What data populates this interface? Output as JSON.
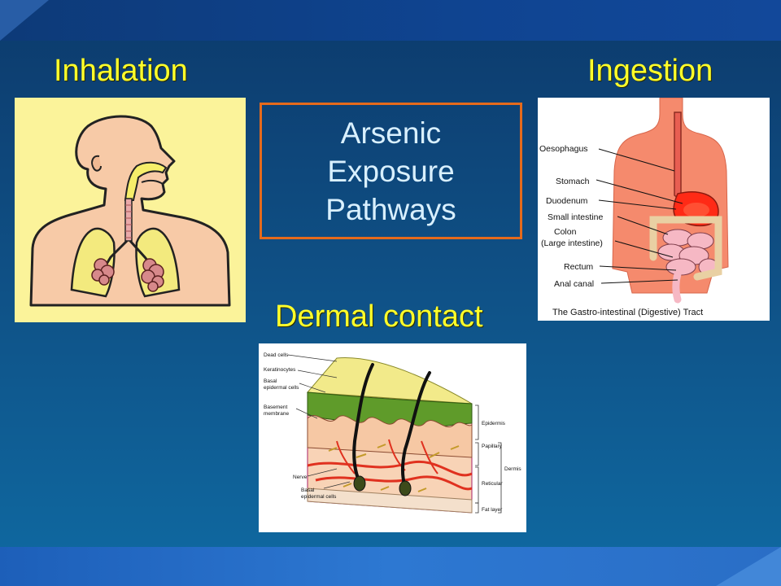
{
  "slide": {
    "title_lines": [
      "Arsenic",
      "Exposure",
      "Pathways"
    ],
    "headings": {
      "inhalation": "Inhalation",
      "ingestion": "Ingestion",
      "dermal": "Dermal contact"
    }
  },
  "ingestion_figure": {
    "labels": [
      "Oesophagus",
      "Stomach",
      "Duodenum",
      "Small intestine",
      "Colon",
      "(Large intestine)",
      "Rectum",
      "Anal canal"
    ],
    "caption": "The Gastro-intestinal (Digestive) Tract"
  },
  "dermal_figure": {
    "left_labels": [
      "Dead cells",
      "Keratinocytes",
      "Basal",
      "epidermal cells",
      "Basement",
      "membrane"
    ],
    "bottom_labels": [
      "Nerve",
      "Basal",
      "epidermal cells"
    ],
    "right_labels": [
      "Epidermis",
      "Papillary",
      "Dermis",
      "Reticular",
      "Fat layer"
    ]
  },
  "colors": {
    "heading": "#ffff2a",
    "title_text": "#d9f0ff",
    "title_border": "#e56a1c",
    "background": "#0f4f84"
  }
}
